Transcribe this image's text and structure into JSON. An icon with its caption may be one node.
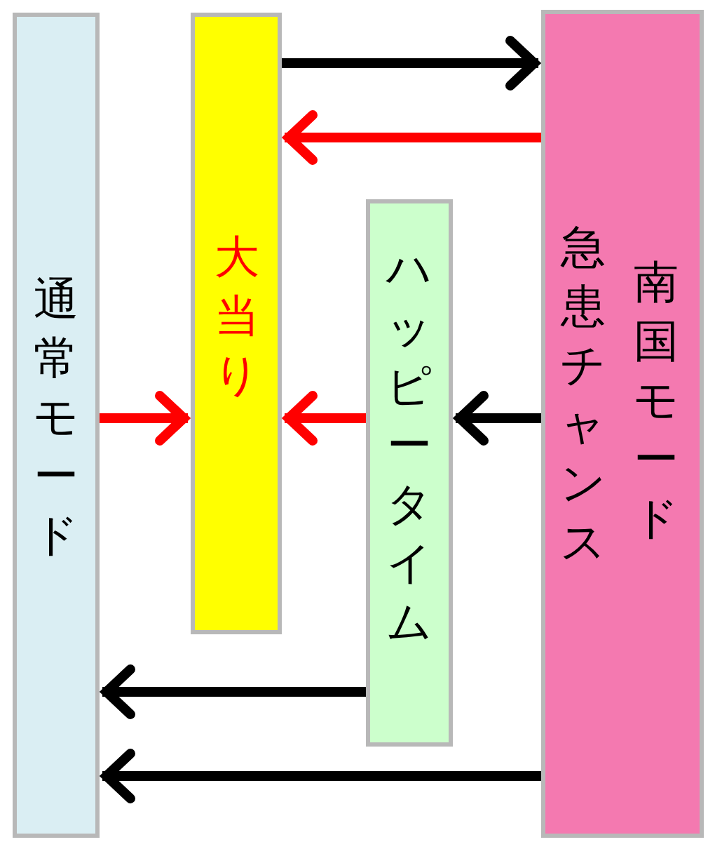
{
  "diagram": {
    "nodes": [
      {
        "text": [
          "通常モード"
        ]
      },
      {
        "text": [
          "大当り"
        ]
      },
      {
        "text": [
          "ハッピータイム"
        ]
      },
      {
        "text": [
          "急患チャンス",
          "南国モード"
        ]
      }
    ],
    "edges": [
      {
        "from": 1,
        "to": 3,
        "arrow": "to"
      },
      {
        "from": 3,
        "to": 1,
        "arrow": "to",
        "color": "#ff0000"
      },
      {
        "from": 0,
        "to": 1,
        "arrow": "to",
        "color": "#ff0000"
      },
      {
        "from": 2,
        "to": 1,
        "arrow": "to",
        "color": "#ff0000"
      },
      {
        "from": 3,
        "to": 2,
        "arrow": "to"
      },
      {
        "from": 2,
        "to": 0,
        "arrow": "to"
      },
      {
        "from": 3,
        "to": 0,
        "arrow": "to"
      }
    ]
  }
}
